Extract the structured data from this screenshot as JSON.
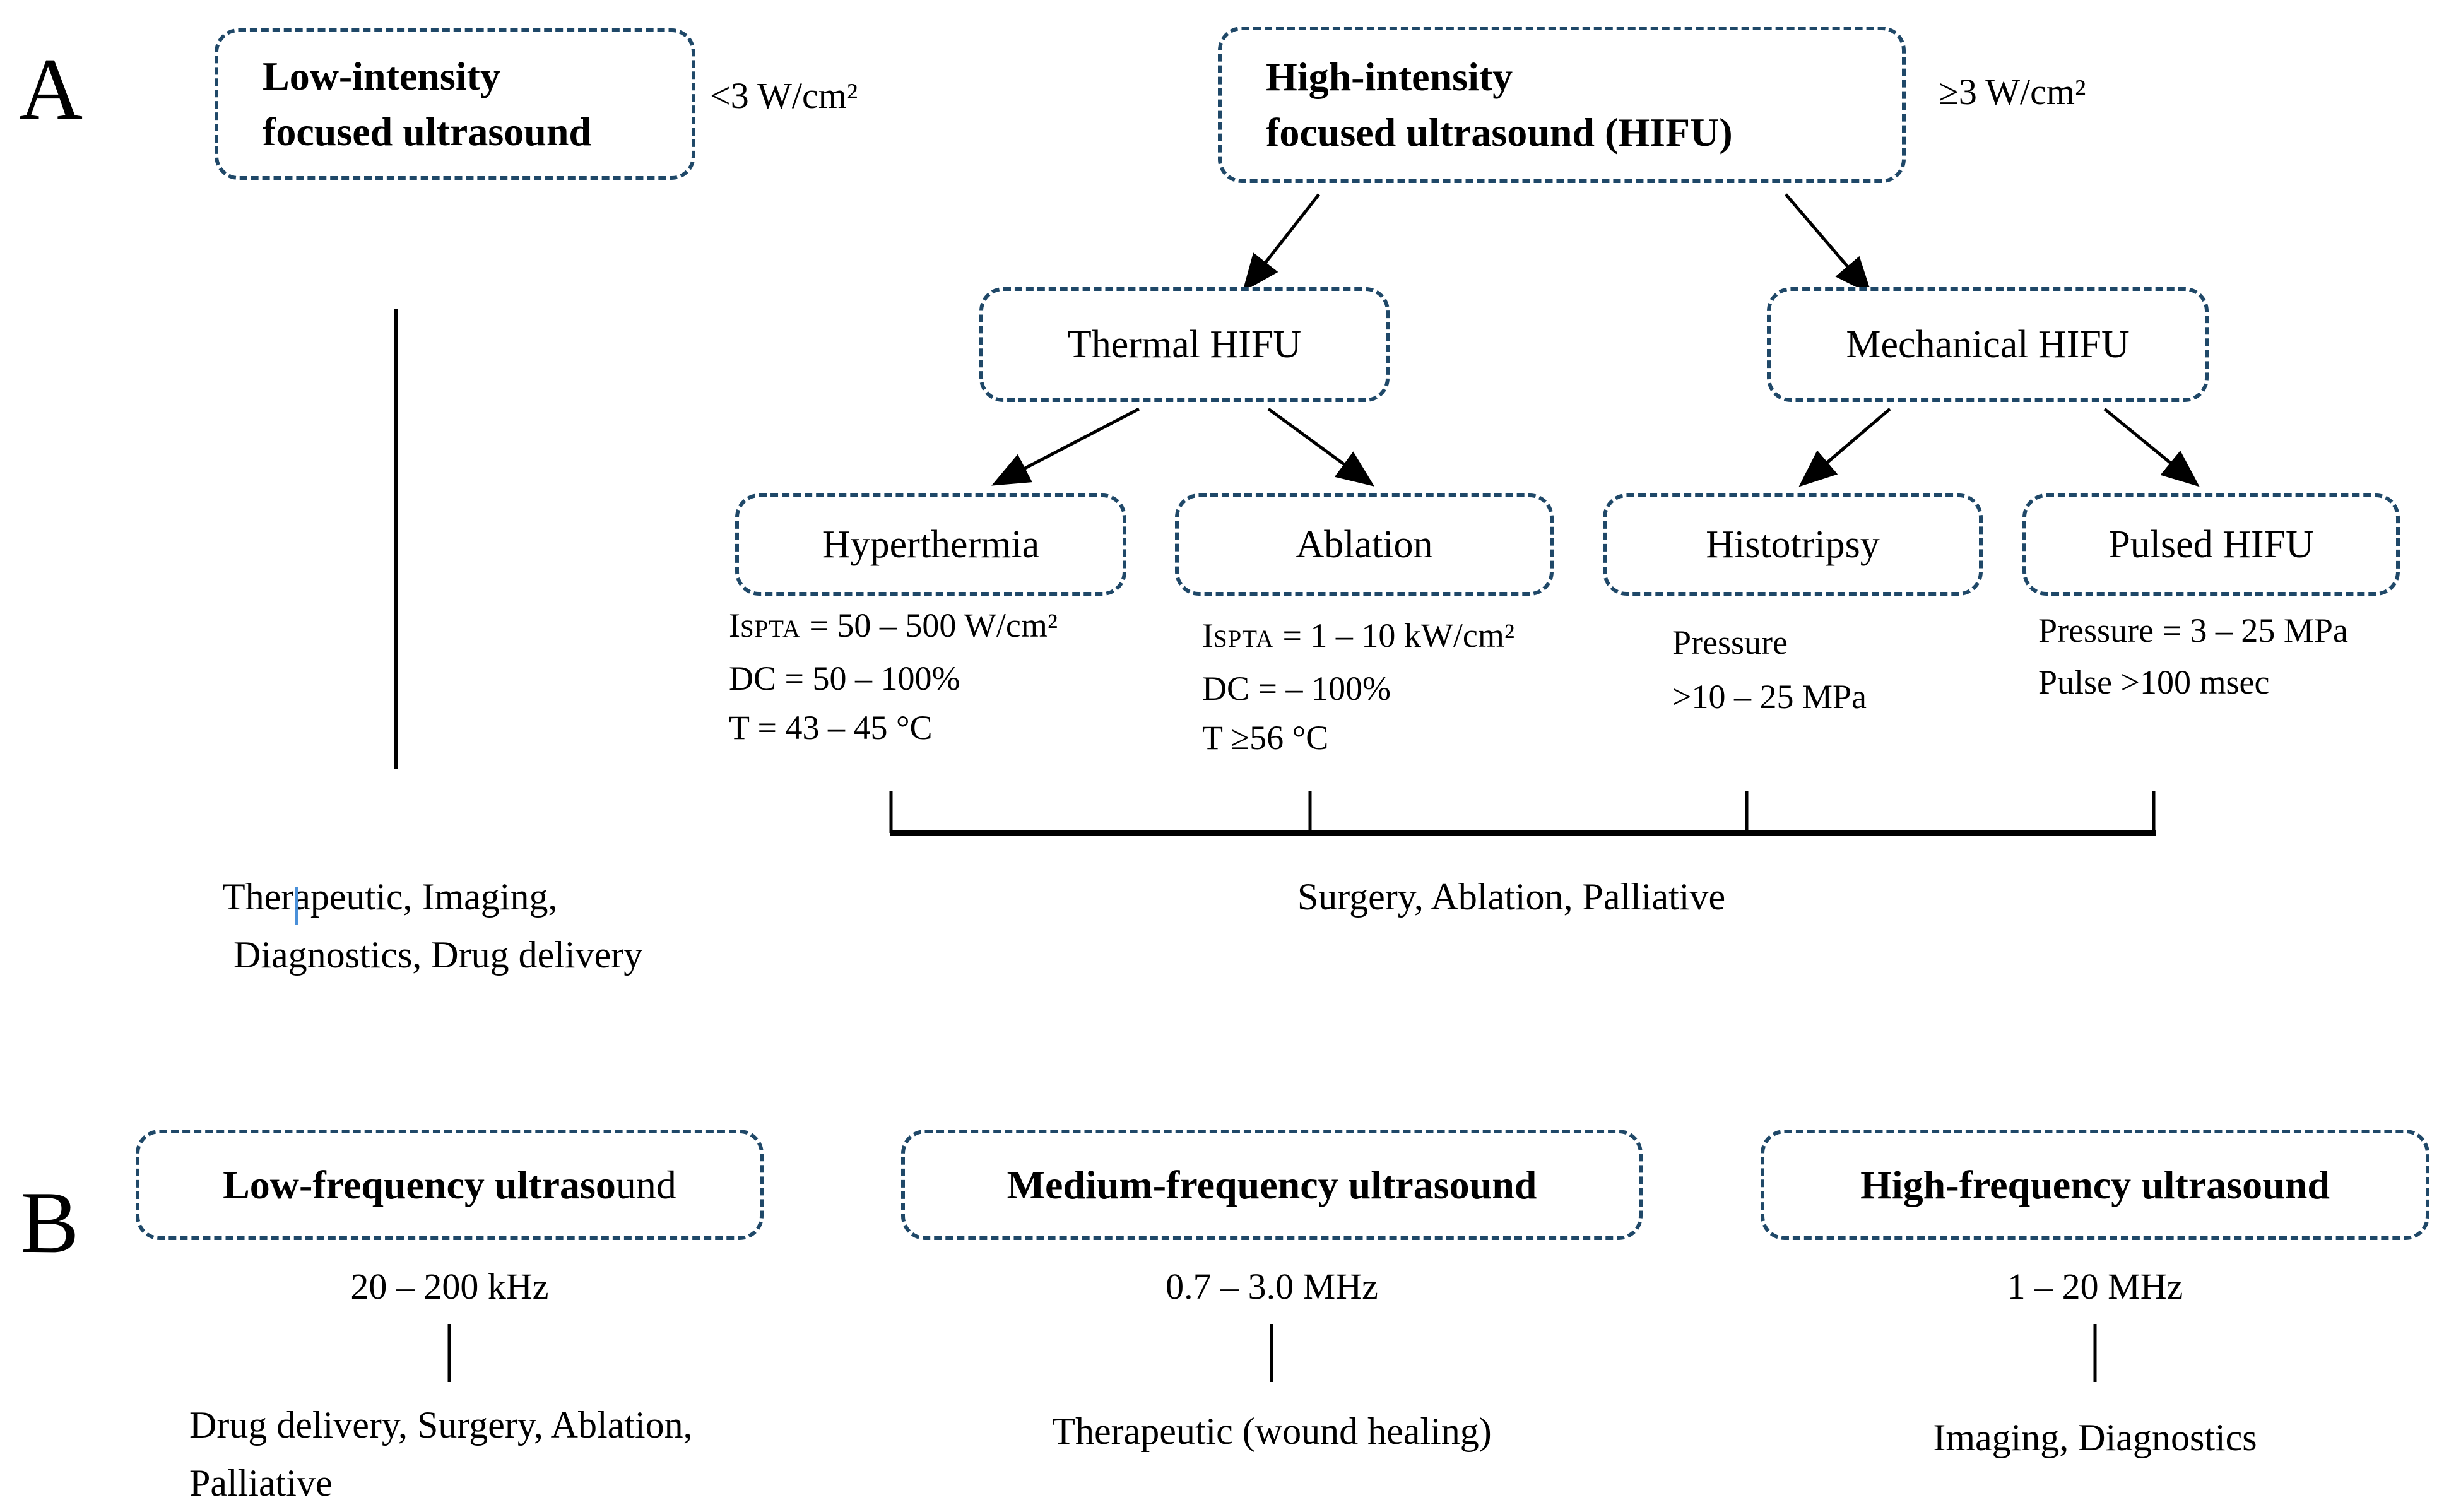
{
  "figure": {
    "panel_a": {
      "panel_label": "A",
      "root_boxes": {
        "low_intensity": {
          "label_line1": "Low-intensity",
          "label_line2": "focused ultrasound",
          "annotation": "<3 W/cm²"
        },
        "high_intensity": {
          "label_line1": "High-intensity",
          "label_line2": "focused ultrasound (HIFU)",
          "annotation": "≥3 W/cm²"
        }
      },
      "branches": {
        "thermal": {
          "label": "Thermal HIFU"
        },
        "mechanical": {
          "label": "Mechanical HIFU"
        }
      },
      "leaves": {
        "hyperthermia": {
          "label": "Hyperthermia",
          "detail_i": "I",
          "detail_i_sub": "SPTA",
          "detail_line1_rest": " = 50 – 500 W/cm²",
          "detail_line2": "DC = 50 – 100%",
          "detail_line3": "T = 43 – 45 °C"
        },
        "ablation": {
          "label": "Ablation",
          "detail_i": "I",
          "detail_i_sub": "SPTA",
          "detail_line1_rest": " = 1 – 10 kW/cm²",
          "detail_line2": "DC = – 100%",
          "detail_line3": "T ≥56 °C"
        },
        "histotripsy": {
          "label": "Histotripsy",
          "detail_line1": "Pressure",
          "detail_line2": ">10 – 25 MPa"
        },
        "pulsed_hifu": {
          "label": "Pulsed HIFU",
          "detail_line1": "Pressure = 3 – 25 MPa",
          "detail_line2": "Pulse >100 msec"
        }
      },
      "left_caption_line1": "Therapeutic, Imaging,",
      "left_caption_line2": "Diagnostics, Drug delivery",
      "bracket_caption": "Surgery, Ablation, Palliative"
    },
    "panel_b": {
      "panel_label": "B",
      "columns": [
        {
          "title_bold": "Low-frequency ultraso",
          "title_regular": "und",
          "range": "20 – 200 kHz",
          "applications_line1": "Drug delivery, Surgery, Ablation,",
          "applications_line2": "Palliative"
        },
        {
          "title_bold": "Medium-frequency ultrasound",
          "title_regular": "",
          "range": "0.7 – 3.0 MHz",
          "applications_line1": "Therapeutic (wound healing)",
          "applications_line2": ""
        },
        {
          "title_bold": "High-frequency ultrasound",
          "title_regular": "",
          "range": "1 – 20 MHz",
          "applications_line1": "Imaging, Diagnostics",
          "applications_line2": ""
        }
      ]
    },
    "colors": {
      "box_border": "#1f4868",
      "text": "#000000",
      "cursor_artifact": "#4a90d9"
    }
  }
}
